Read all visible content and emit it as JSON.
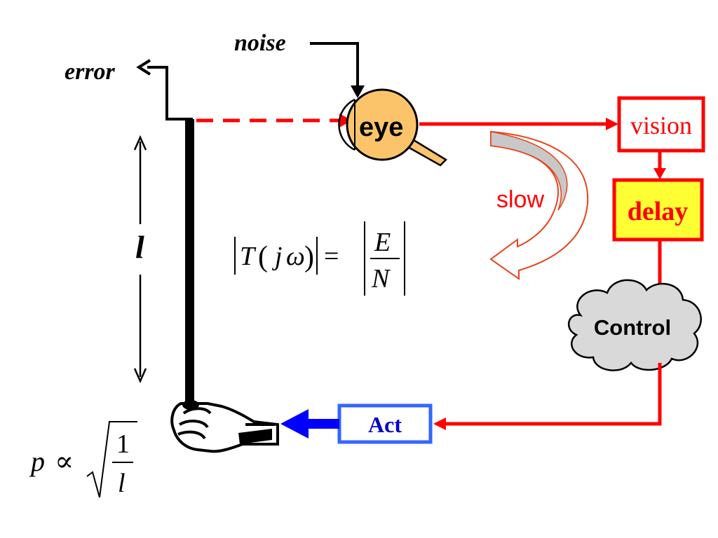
{
  "labels": {
    "noise": "noise",
    "error": "error",
    "eye": "eye",
    "vision": "vision",
    "delay": "delay",
    "slow": "slow",
    "control": "Control",
    "act": "Act",
    "length": "l"
  },
  "equations": {
    "transfer": {
      "T": "T",
      "j": "j",
      "omega": "ω",
      "E": "E",
      "N": "N",
      "eq": "="
    },
    "period": {
      "p": "p",
      "prop": "∝",
      "one": "1",
      "l": "l"
    }
  },
  "colors": {
    "signal": "#ff0000",
    "act": "#0000cc",
    "act_border": "#3366ff",
    "eye_fill": "#fcc46a",
    "delay_fill": "#ffff33",
    "cloud_fill": "#d9d9d9",
    "slow_arrow": "#e8431c"
  }
}
